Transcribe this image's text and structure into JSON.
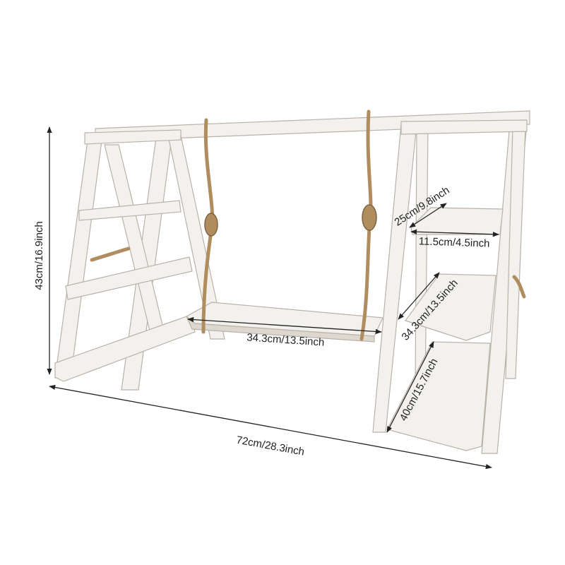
{
  "product": {
    "wood_color": "#f3f1ed",
    "wood_edge": "#b9b2a8",
    "wood_shadow": "#d9d4cc",
    "rope_color": "#b08d5e",
    "rope_dark": "#7e6340"
  },
  "dimensions": {
    "height": "43cm/16.9inch",
    "overall_width": "72cm/28.3inch",
    "swing_width": "34.3cm/13.5inch",
    "top_shelf_length": "25cm/9.8inch",
    "top_shelf_depth": "11.5cm/4.5inch",
    "middle_shelf_length": "34.3cm/13.5inch",
    "bottom_shelf_length": "40cm/15.7inch"
  }
}
